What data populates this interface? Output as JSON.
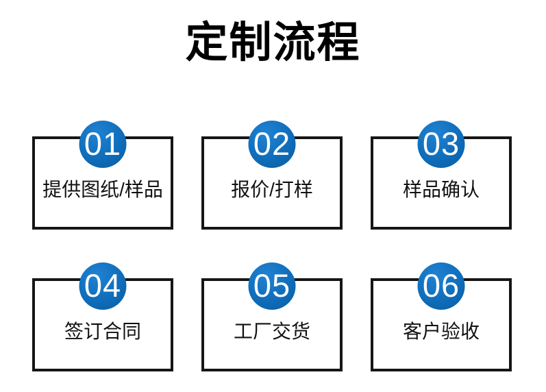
{
  "page": {
    "title": "定制流程"
  },
  "colors": {
    "title_black": "#000000",
    "border_black": "#161616",
    "text_black": "#111111",
    "circle_blue": "#0f6dba",
    "circle_blue_light": "#2082d2",
    "circle_blue_dark": "#0a5c9f"
  },
  "steps": [
    {
      "number": "01",
      "label": "提供图纸/样品"
    },
    {
      "number": "02",
      "label": "报价/打样"
    },
    {
      "number": "03",
      "label": "样品确认"
    },
    {
      "number": "04",
      "label": "签订合同"
    },
    {
      "number": "05",
      "label": "工厂交货"
    },
    {
      "number": "06",
      "label": "客户验收"
    }
  ]
}
